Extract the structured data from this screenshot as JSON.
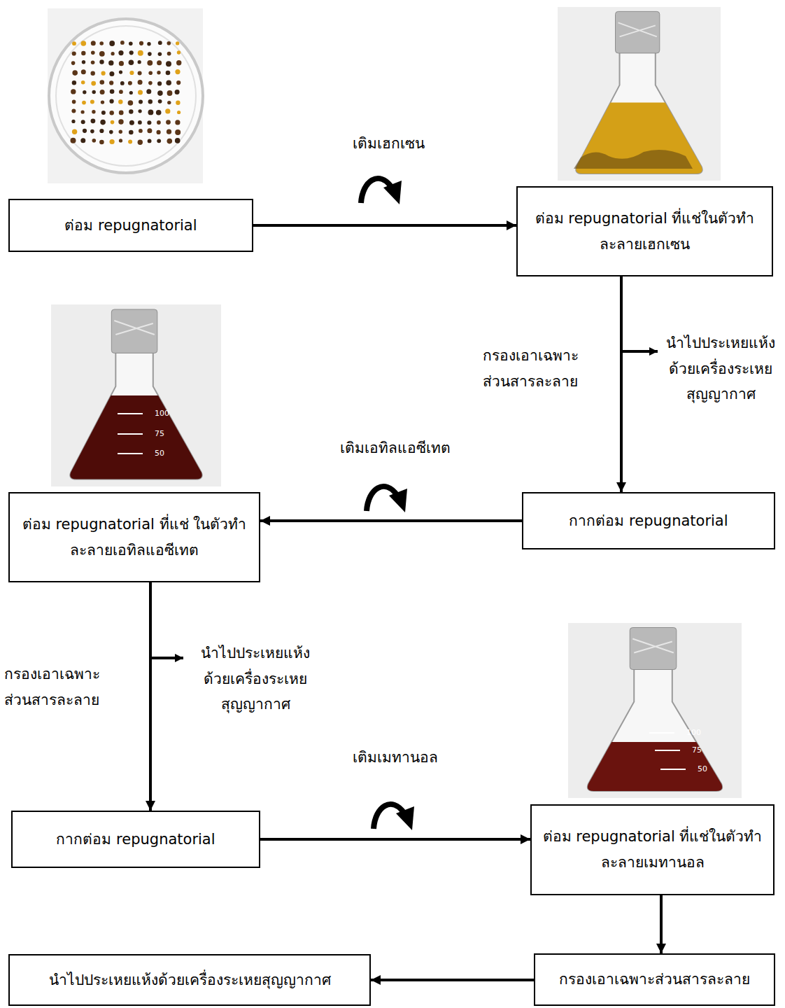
{
  "diagram": {
    "nodes": [
      {
        "text": [
          "ต่อม repugnatorial"
        ]
      },
      {
        "text": [
          "ต่อม repugnatorial ที่แช่ในตัวทำละลายเฮกเซน"
        ]
      },
      {
        "text": [
          "กากต่อม repugnatorial"
        ]
      },
      {
        "text": [
          "ต่อม repugnatorial ที่แช่ ในตัวทำละลายเอทิลแอซีเทต"
        ]
      },
      {
        "text": [
          "กากต่อม repugnatorial"
        ]
      },
      {
        "text": [
          "ต่อม repugnatorial ที่แช่ในตัวทำละลายเมทานอล"
        ]
      },
      {
        "text": [
          "กรองเอาเฉพาะส่วนสารละลาย"
        ]
      },
      {
        "text": [
          "นำไปประเหยแห้งด้วยเครื่องระเหยสุญญากาศ"
        ]
      }
    ],
    "edges": [
      {
        "from": 0,
        "to": 1,
        "arrow": "to",
        "label": "เติมเฮกเซน"
      },
      {
        "from": 1,
        "to": 2,
        "arrow": "to",
        "label": "กรองเอาเฉพาะ ส่วนสารละลาย"
      },
      {
        "from": 2,
        "to": 3,
        "arrow": "to",
        "label": "เติมเอทิลแอซีเทต"
      },
      {
        "from": 3,
        "to": 4,
        "arrow": "to",
        "label": "กรองเอาเฉพาะ ส่วนสารละลาย"
      },
      {
        "from": 4,
        "to": 5,
        "arrow": "to",
        "label": "เติมเมทานอล"
      },
      {
        "from": 5,
        "to": 6,
        "arrow": "to"
      },
      {
        "from": 6,
        "to": 7,
        "arrow": "to"
      }
    ],
    "labels": [
      "นำไปประเหยแห้ง ด้วยเครื่องระเหย สุญญากาศ",
      "100",
      "75",
      "50",
      "นำไปประเหยแห้ง ด้วยเครื่องระเหย สุญญากาศ",
      "100",
      "75",
      "50"
    ]
  }
}
